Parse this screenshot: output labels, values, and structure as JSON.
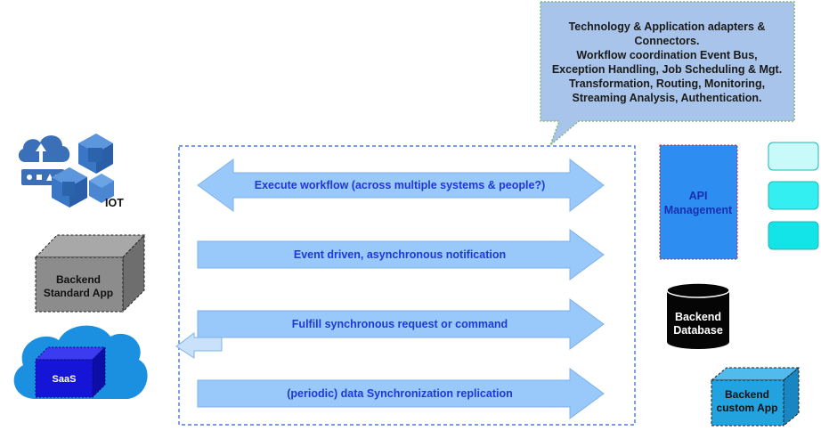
{
  "callout": {
    "lines": [
      "Technology & Application adapters &",
      "Connectors.",
      "Workflow coordination Event Bus,",
      "Exception Handling, Job Scheduling & Mgt.",
      "Transformation, Routing, Monitoring,",
      "Streaming Analysis, Authentication."
    ]
  },
  "arrows": {
    "workflow": "Execute workflow (across multiple systems & people?)",
    "event": "Event driven, asynchronous notification",
    "sync": "Fulfill synchronous request or command",
    "replication": "(periodic) data Synchronization replication"
  },
  "left": {
    "iot": "IOT",
    "backend_standard": [
      "Backend",
      "Standard App"
    ],
    "saas": "SaaS"
  },
  "right": {
    "api": [
      "API",
      "Management"
    ],
    "database": [
      "Backend",
      "Database"
    ],
    "custom": [
      "Backend",
      "custom App"
    ]
  },
  "colors": {
    "arrow_fill": "#99c8fa",
    "arrow_stroke": "#7eb2ea",
    "label_blue": "#1f38d6",
    "callout_fill": "#a9c4ea",
    "callout_stroke": "#7fb97f",
    "api_fill": "#2d8df0",
    "saas_fill": "#1515d8",
    "cloud_fill": "#1b8fe0",
    "cube_gray": "#8c8c8c",
    "custom_fill": "#22a3e0"
  }
}
